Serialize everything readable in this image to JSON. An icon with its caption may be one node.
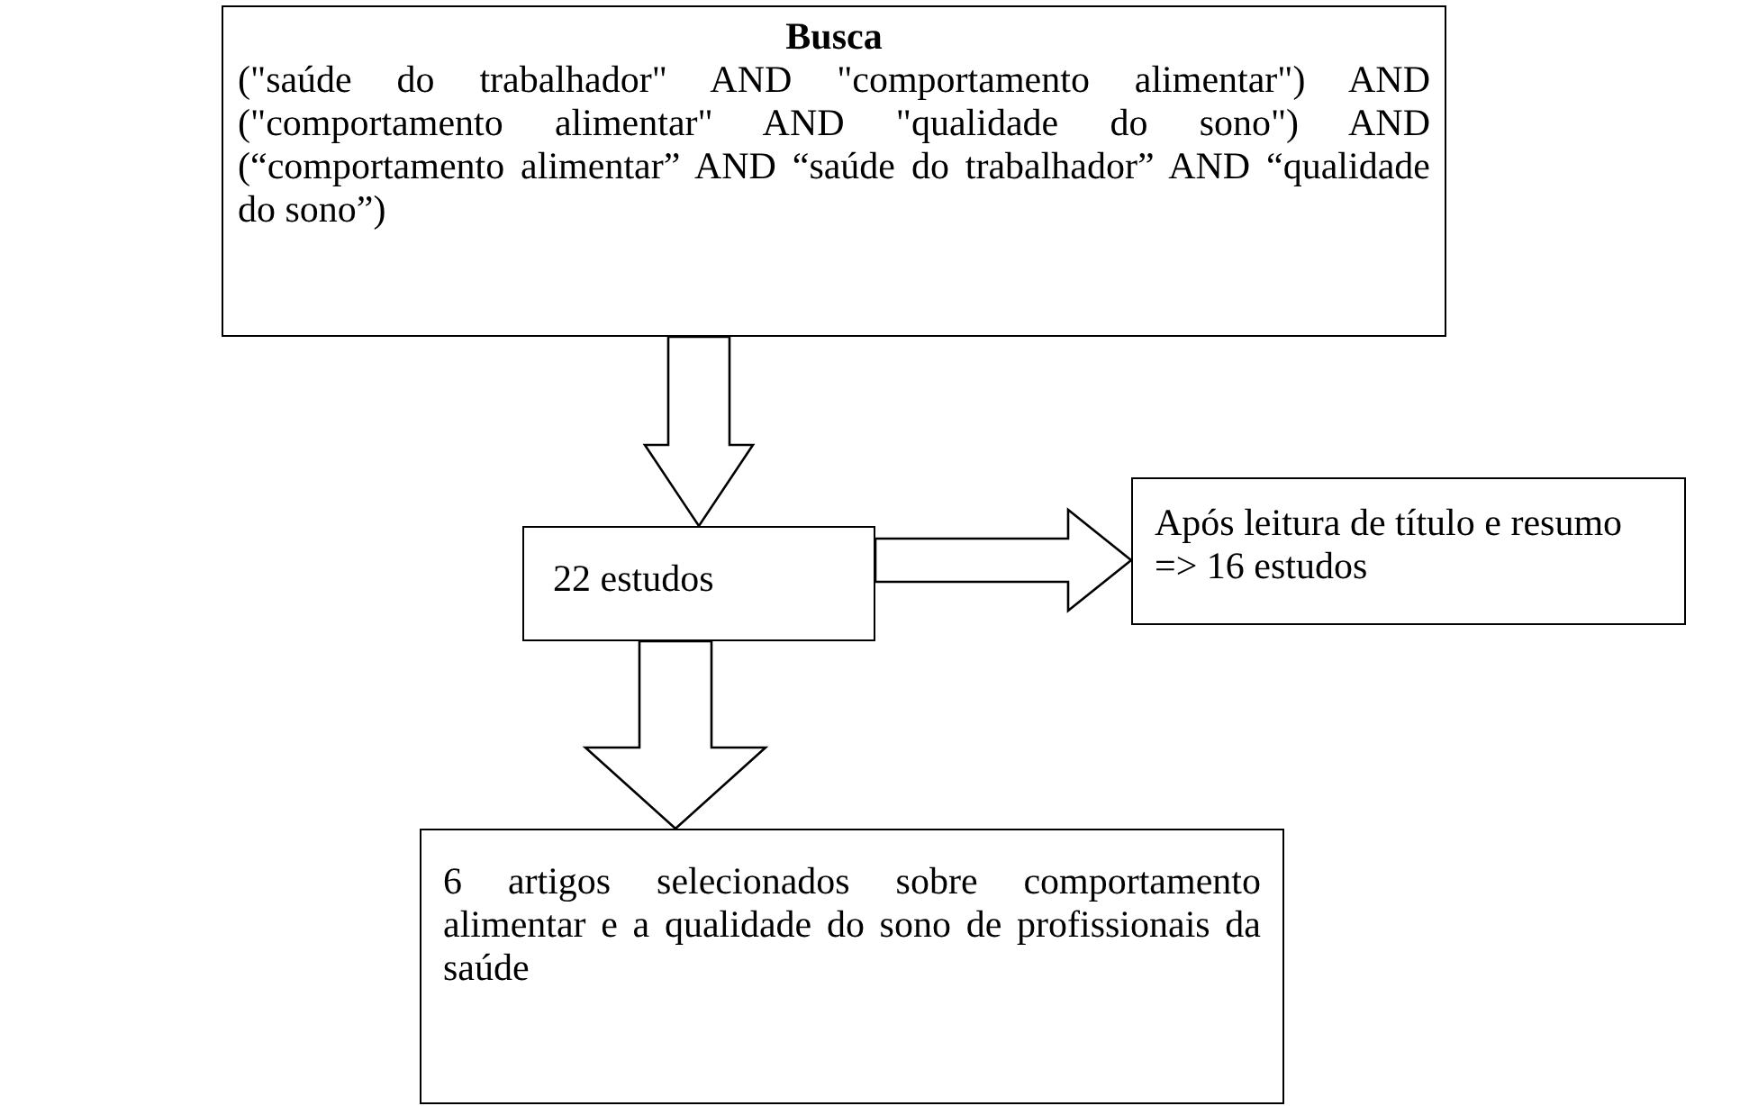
{
  "diagram": {
    "nodes": [
      {
        "text": [
          "Busca",
          "(\"saúde do trabalhador\" AND \"comportamento alimentar\") AND (\"comportamento alimentar\" AND \"qualidade do sono\") AND (“comportamento alimentar” AND “saúde do trabalhador” AND “qualidade do sono”)"
        ]
      },
      {
        "text": [
          "22 estudos"
        ]
      },
      {
        "text": [
          "Após leitura de título e resumo => 16 estudos"
        ]
      },
      {
        "text": [
          "6 artigos selecionados sobre comportamento alimentar e a qualidade do sono de profissionais da saúde"
        ]
      }
    ],
    "edges": [
      {
        "from": 0,
        "to": 1,
        "arrow": "to"
      },
      {
        "from": 1,
        "to": 2,
        "arrow": "to"
      },
      {
        "from": 1,
        "to": 3,
        "arrow": "to"
      }
    ]
  }
}
